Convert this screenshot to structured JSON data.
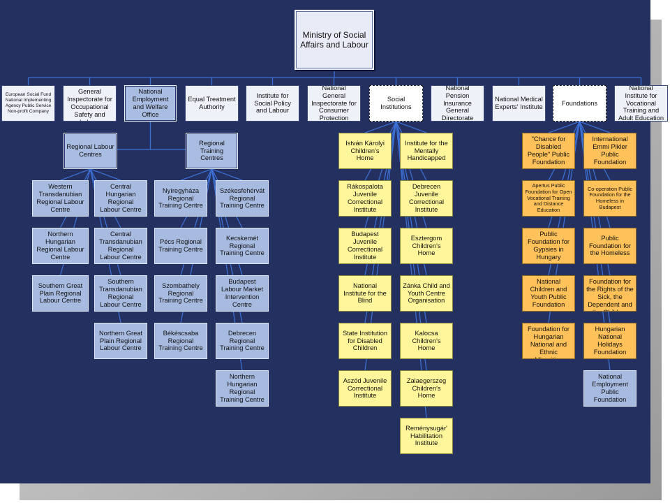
{
  "ministry": "Ministry of Social Affairs and Labour",
  "agencies": [
    {
      "id": "esf",
      "label": "European Social Fund National Implementing Agency Public Service Non-profit Company"
    },
    {
      "id": "ngioshl",
      "label": "National General Inspectorate for Occupational Safety and Labour"
    },
    {
      "id": "newo",
      "label": "National Employment and Welfare Office"
    },
    {
      "id": "eta",
      "label": "Equal Treatment Authority"
    },
    {
      "id": "ispl",
      "label": "Institute for Social Policy and Labour"
    },
    {
      "id": "ngicp",
      "label": "National General Inspectorate for Consumer Protection"
    },
    {
      "id": "si",
      "label": "Social Institutions"
    },
    {
      "id": "npigd",
      "label": "National Pension Insurance General Directorate"
    },
    {
      "id": "nmei",
      "label": "National Medical Experts' Institute"
    },
    {
      "id": "found",
      "label": "Foundations"
    },
    {
      "id": "nivt",
      "label": "National Institute for Vocational Training and Adult Education"
    }
  ],
  "centre_groups": [
    {
      "id": "rlc",
      "label": "Regional Labour Centres"
    },
    {
      "id": "rtc",
      "label": "Regional Training Centres"
    }
  ],
  "labour_centres": [
    {
      "id": "lc1",
      "label": "Western Transdanubian Regional Labour Centre"
    },
    {
      "id": "lc2",
      "label": "Central Hungarian Regional Labour Centre"
    },
    {
      "id": "lc3",
      "label": "Northern Hungarian Regional Labour Centre"
    },
    {
      "id": "lc4",
      "label": "Central Transdanubian Regional Labour Centre"
    },
    {
      "id": "lc5",
      "label": "Southern Great Plain Regional Labour Centre"
    },
    {
      "id": "lc6",
      "label": "Southern Transdanubian Regional Labour Centre"
    },
    {
      "id": "lc7",
      "label": "Northern Great Plain Regional Labour Centre"
    }
  ],
  "training_centres": [
    {
      "id": "tc1",
      "label": "Nyíregyháza Regional Training Centre"
    },
    {
      "id": "tc2",
      "label": "Székesfehérvát Regional Training Centre"
    },
    {
      "id": "tc3",
      "label": "Pécs Regional Training Centre"
    },
    {
      "id": "tc4",
      "label": "Kecskemét Regional Training Centre"
    },
    {
      "id": "tc5",
      "label": "Szombathely Regional Training Centre"
    },
    {
      "id": "tc6",
      "label": "Budapest Labour Market Intervention Centre"
    },
    {
      "id": "tc7",
      "label": "Békéscsaba Regional Training Centre"
    },
    {
      "id": "tc8",
      "label": "Debrecen Regional Training Centre"
    },
    {
      "id": "tc9",
      "label": "Northern Hungarian Regional Training Centre"
    }
  ],
  "social_institutions": [
    {
      "id": "si1",
      "label": "István Károlyi Children's Home"
    },
    {
      "id": "si2",
      "label": "Institute for the Mentally Handicapped"
    },
    {
      "id": "si3",
      "label": "Rákospalota Juvenile Correctional Institute"
    },
    {
      "id": "si4",
      "label": "Debrecen Juvenile Correctional Institute"
    },
    {
      "id": "si5",
      "label": "Budapest Juvenile Correctional Institute"
    },
    {
      "id": "si6",
      "label": "Esztergom Children's Home"
    },
    {
      "id": "si7",
      "label": "National Institute for the Blind"
    },
    {
      "id": "si8",
      "label": "Zánka Child and Youth Centre Organisation"
    },
    {
      "id": "si9",
      "label": "State Institution for Disabled Children"
    },
    {
      "id": "si10",
      "label": "Kalocsa Children's Home"
    },
    {
      "id": "si11",
      "label": "Aszód Juvenile Correctional Institute"
    },
    {
      "id": "si12",
      "label": "Zalaegerszeg Children's Home"
    },
    {
      "id": "si13",
      "label": "Reménysugár' Habilitation Institute"
    }
  ],
  "foundations": [
    {
      "id": "fd1",
      "label": "\"Chance for Disabled People\" Public Foundation"
    },
    {
      "id": "fd2",
      "label": "International Emmi Pikler Public Foundation"
    },
    {
      "id": "fd3",
      "label": "Apertus Public Foundation for Open Vocational Training and Distance Education"
    },
    {
      "id": "fd4",
      "label": "Co-operation Public Foundation for the Homeless in Budapest"
    },
    {
      "id": "fd5",
      "label": "Public Foundation for Gypsies in Hungary"
    },
    {
      "id": "fd6",
      "label": "Public Foundation for the Homeless"
    },
    {
      "id": "fd7",
      "label": "National Children and Youth Public Foundation"
    },
    {
      "id": "fd8",
      "label": "Public Foundation for the Rights of the Sick, the Dependent and the Children"
    },
    {
      "id": "fd9",
      "label": "Public Foundation for Hungarian National and Ethnic Minorities"
    },
    {
      "id": "fd10",
      "label": "Hungarian National Holidays Foundation"
    },
    {
      "id": "fd11",
      "label": "National Employment Public Foundation"
    }
  ],
  "colors": {
    "background": "#233060",
    "connector": "#3c6fd2",
    "agency_box": "#eef1f8",
    "centre_box": "#a7bbe0",
    "institution_box": "#fff59a",
    "foundation_box": "#ffc159"
  }
}
